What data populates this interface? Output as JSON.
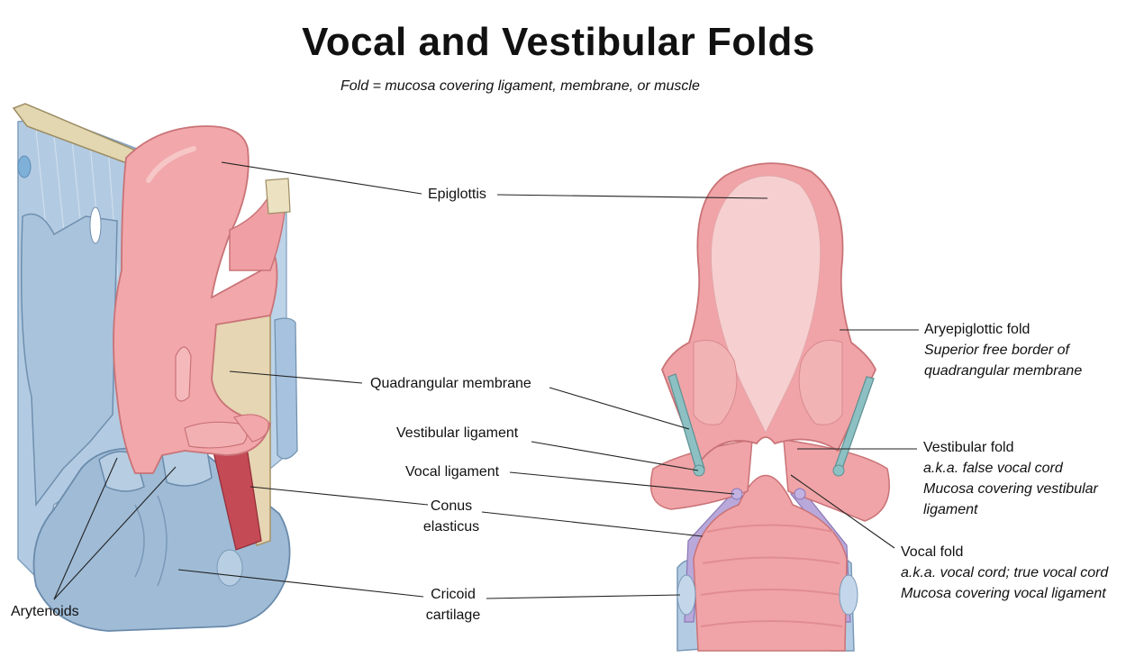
{
  "title": "Vocal and Vestibular Folds",
  "subtitle": "Fold = mucosa covering ligament, membrane, or muscle",
  "labels": {
    "epiglottis": "Epiglottis",
    "quadrangular_membrane": "Quadrangular membrane",
    "vestibular_ligament": "Vestibular ligament",
    "vocal_ligament": "Vocal ligament",
    "conus_elasticus_1": "Conus",
    "conus_elasticus_2": "elasticus",
    "cricoid_cartilage_1": "Cricoid",
    "cricoid_cartilage_2": "cartilage",
    "arytenoids": "Arytenoids",
    "aryepiglottic_fold": "Aryepiglottic fold",
    "aryepiglottic_desc_1": "Superior free border of",
    "aryepiglottic_desc_2": "quadrangular membrane",
    "vestibular_fold": "Vestibular fold",
    "vestibular_desc_1": "a.k.a. false vocal cord",
    "vestibular_desc_2": "Mucosa covering vestibular",
    "vestibular_desc_3": "ligament",
    "vocal_fold": "Vocal fold",
    "vocal_desc_1": "a.k.a. vocal cord; true vocal cord",
    "vocal_desc_2": "Mucosa covering vocal ligament"
  },
  "colors": {
    "mucosa_pink": "#f0a0a3",
    "cartilage_blue": "#9cbbd6",
    "ligament_tan": "#e3d3b0",
    "vocal_lilac": "#b7a6d8",
    "vestibular_teal": "#8fc2c4",
    "leader_line": "#222222"
  }
}
